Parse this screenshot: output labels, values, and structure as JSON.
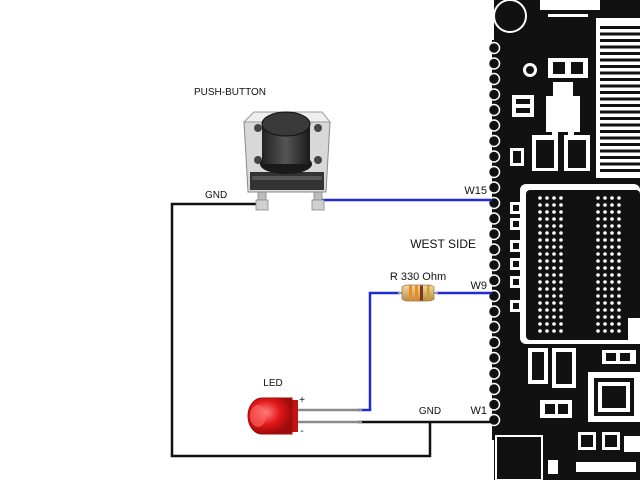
{
  "labels": {
    "push_button": "PUSH-BUTTON",
    "gnd_button": "GND",
    "w15": "W15",
    "west_side": "WEST SIDE",
    "resistor": "R 330 Ohm",
    "w9": "W9",
    "led": "LED",
    "plus": "+",
    "minus": "-",
    "gnd_led": "GND",
    "w1": "W1"
  },
  "colors": {
    "signal_wire": "#1f2bd6",
    "ground_wire": "#111111",
    "board": "#111111",
    "led": "#e31818"
  }
}
